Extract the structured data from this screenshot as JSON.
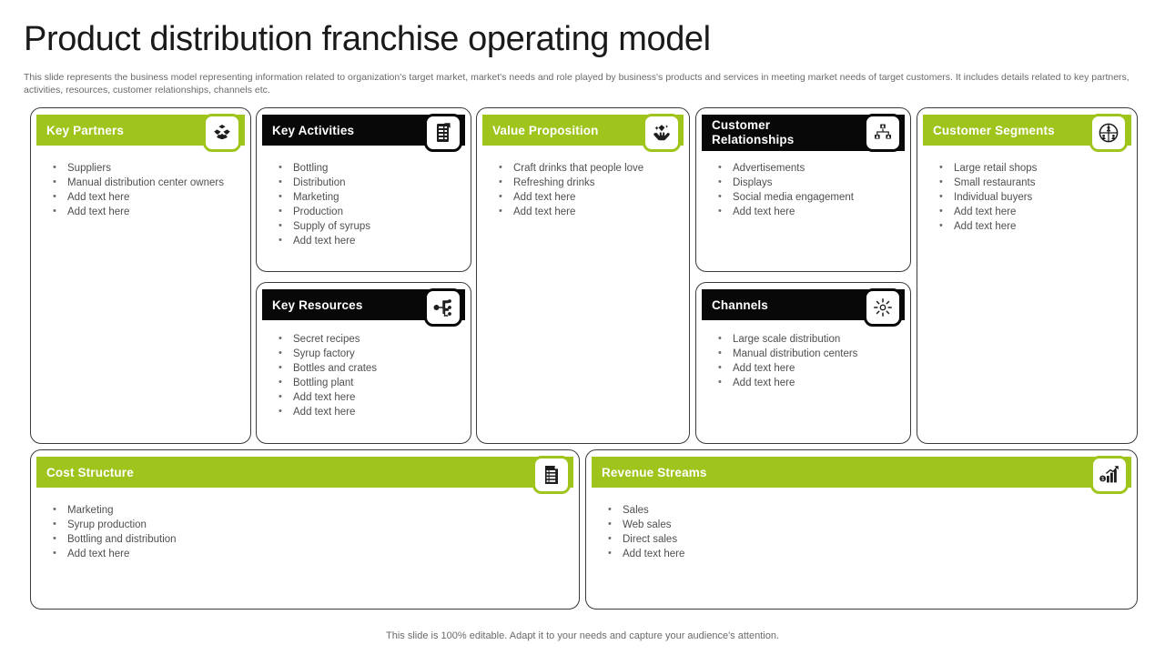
{
  "slide": {
    "title": "Product distribution franchise operating model",
    "subtitle": "This slide represents the business model representing information related to organization's target market, market's needs and role played by business's products and services in meeting market needs of target customers. It includes details related to key partners, activities, resources, customer relationships, channels etc.",
    "footer": "This slide is 100% editable. Adapt it to your needs and capture your audience's attention."
  },
  "theme": {
    "green": "#9fc41c",
    "black": "#080808",
    "text": "#4f4f4f",
    "border": "#3a3a3a"
  },
  "cards": [
    {
      "id": "key-partners",
      "title": "Key Partners",
      "style": "green",
      "icon": "handshake-icon",
      "items": [
        "Suppliers",
        "Manual distribution center owners",
        "Add text here",
        "Add text here"
      ]
    },
    {
      "id": "key-activities",
      "title": "Key Activities",
      "style": "black",
      "icon": "clipboard-checklist-icon",
      "items": [
        "Bottling",
        "Distribution",
        "Marketing",
        "Production",
        "Supply of syrups",
        "Add text here"
      ]
    },
    {
      "id": "value-proposition",
      "title": "Value Proposition",
      "style": "green",
      "icon": "diamond-in-hands-icon",
      "items": [
        "Craft drinks that people  love",
        "Refreshing  drinks",
        "Add text here",
        "Add text here"
      ]
    },
    {
      "id": "customer-relationships",
      "title": "Customer Relationships",
      "style": "black",
      "icon": "org-chart-icon",
      "items": [
        "Advertisements",
        "Displays",
        "Social media  engagement",
        "Add text here"
      ]
    },
    {
      "id": "customer-segments",
      "title": "Customer Segments",
      "style": "green",
      "icon": "people-segments-icon",
      "items": [
        "Large retail  shops",
        "Small restaurants",
        "Individual  buyers",
        "Add text here",
        "Add text here"
      ]
    },
    {
      "id": "key-resources",
      "title": "Key Resources",
      "style": "black",
      "icon": "network-nodes-icon",
      "items": [
        "Secret recipes",
        "Syrup factory",
        "Bottles and  crates",
        "Bottling plant",
        "Add text here",
        "Add text here"
      ]
    },
    {
      "id": "channels",
      "title": "Channels",
      "style": "black",
      "icon": "hub-burst-icon",
      "items": [
        "Large scale distribution",
        "Manual  distribution  centers",
        " Add text here",
        "Add text here"
      ]
    },
    {
      "id": "cost-structure",
      "title": "Cost Structure",
      "style": "green",
      "icon": "invoice-list-icon",
      "items": [
        "Marketing",
        "Syrup production",
        "Bottling and distribution",
        "Add text here"
      ]
    },
    {
      "id": "revenue-streams",
      "title": "Revenue Streams",
      "style": "green",
      "icon": "growth-chart-coin-icon",
      "items": [
        "Sales",
        "Web sales",
        "Direct sales",
        "Add text here"
      ]
    }
  ]
}
